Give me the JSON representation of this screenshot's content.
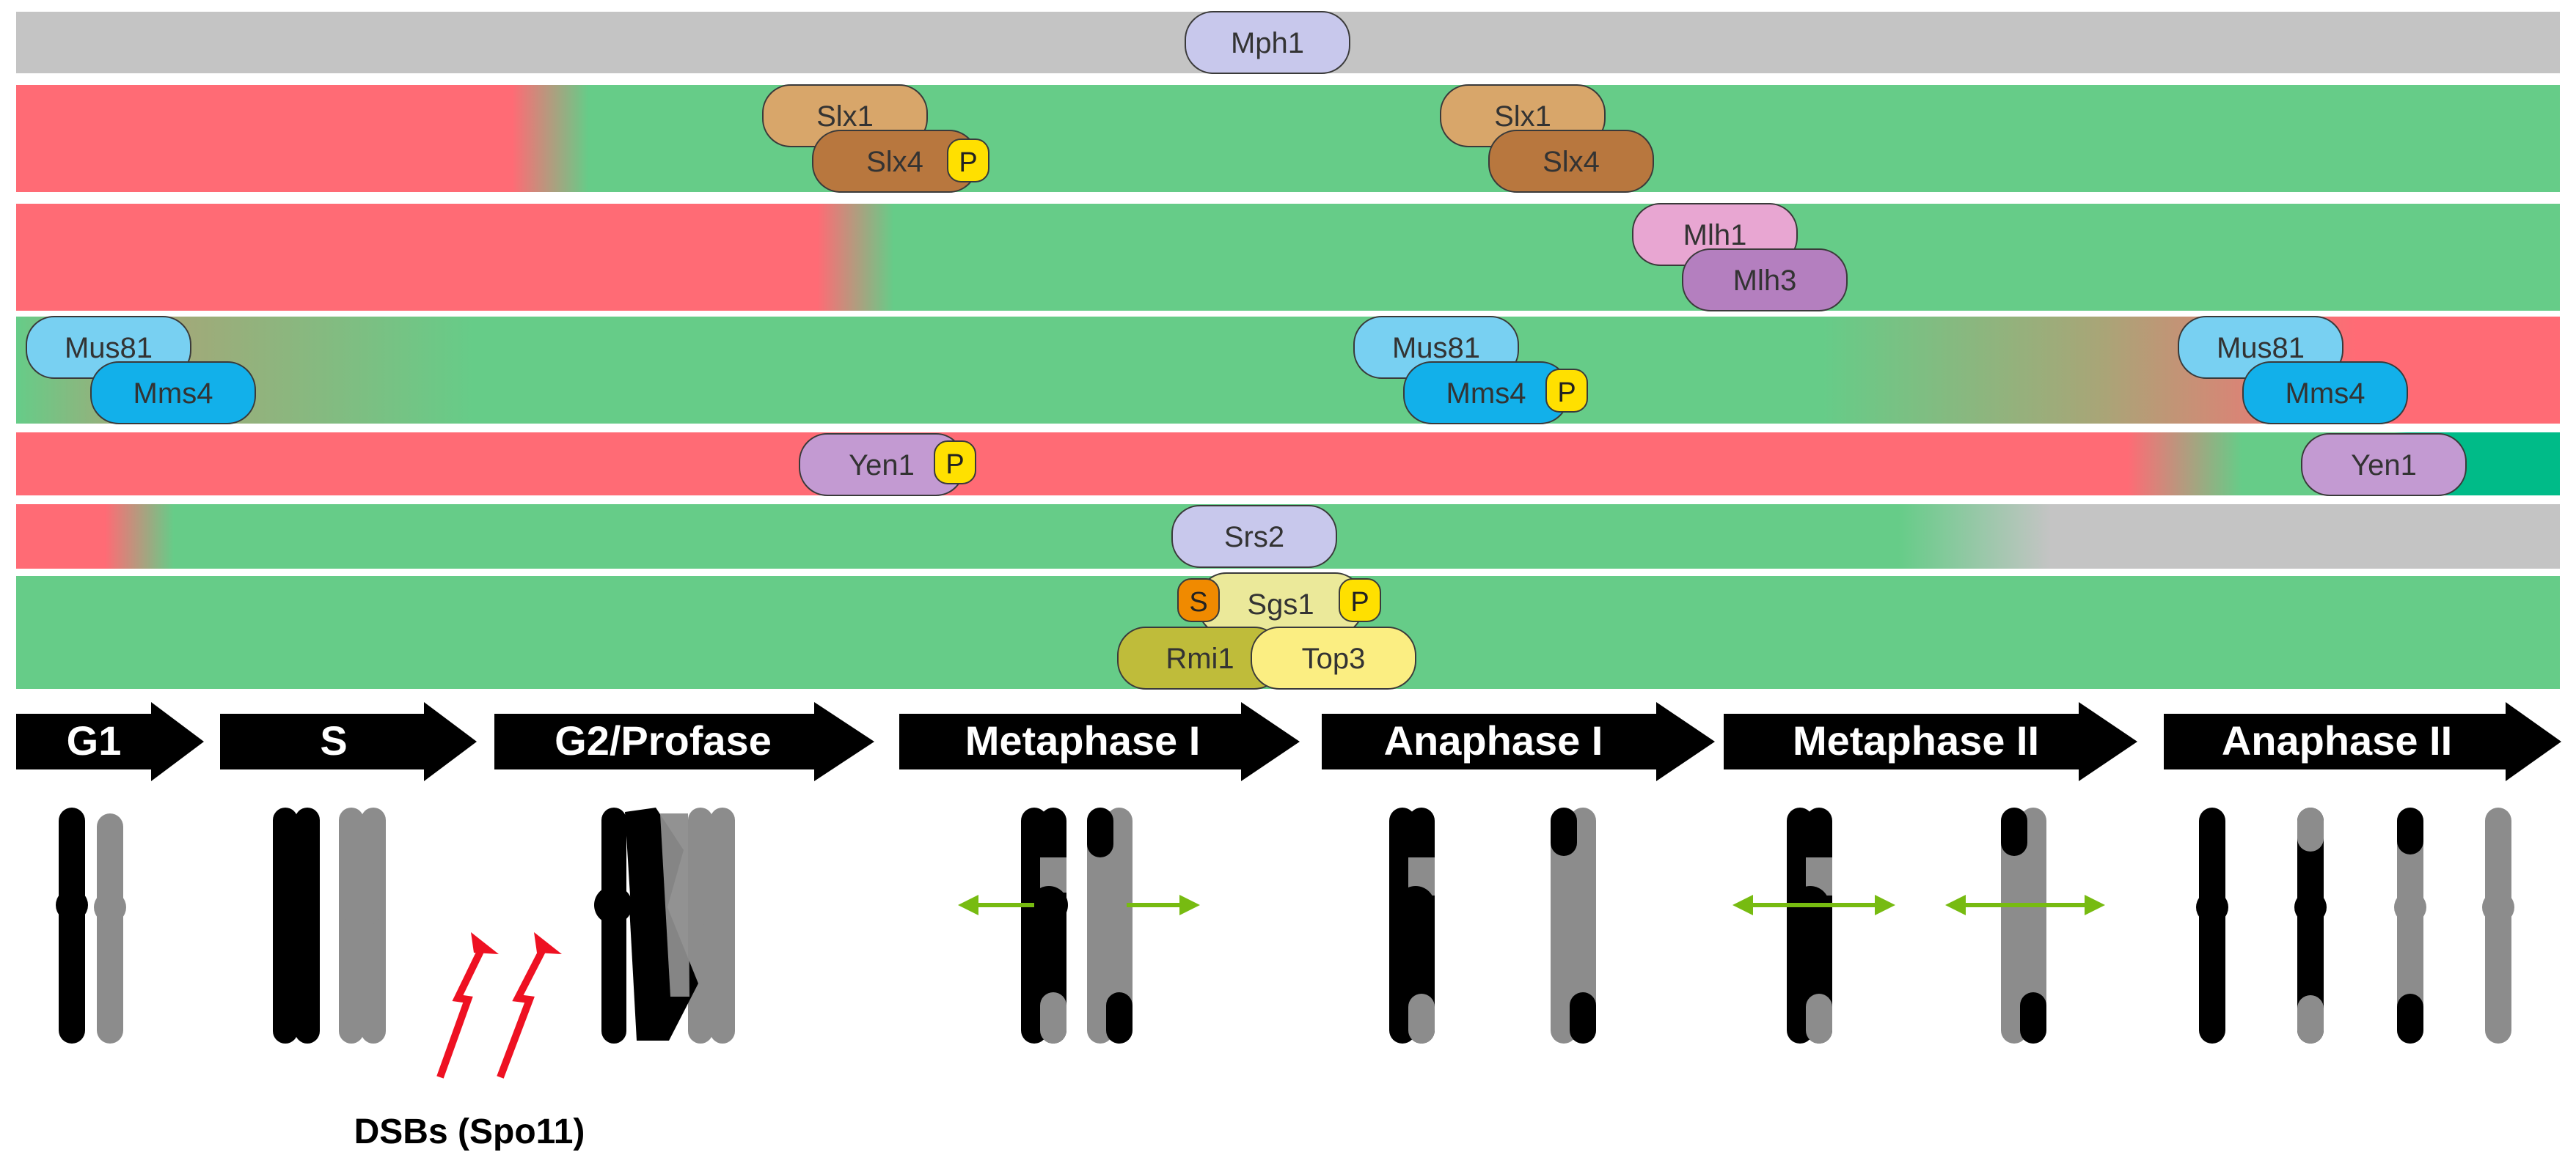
{
  "colors": {
    "active": "#66cc88",
    "inactive": "#ff6b75",
    "constitutive": "#c4c4c4",
    "strongly_active": "#00bb88",
    "phospho": "#ffe000",
    "sumo": "#f08a00",
    "chrom_black": "#000000",
    "chrom_grey": "#8c8c8c",
    "spindle_arrow": "#77bb11",
    "dsb_arrow": "#ee1122"
  },
  "tracks": [
    {
      "id": "mph1",
      "states": [
        "constitutive"
      ]
    },
    {
      "id": "slx1-slx4",
      "states": [
        "inactive",
        "active",
        "active"
      ]
    },
    {
      "id": "mlh1-mlh3",
      "states": [
        "inactive",
        "active"
      ]
    },
    {
      "id": "mus81-mms4",
      "states": [
        "active",
        "active",
        "active",
        "inactive"
      ]
    },
    {
      "id": "yen1",
      "states": [
        "inactive",
        "inactive",
        "strongly_active"
      ]
    },
    {
      "id": "srs2",
      "states": [
        "inactive",
        "active",
        "constitutive"
      ]
    },
    {
      "id": "sgs1-complex",
      "states": [
        "active"
      ]
    }
  ],
  "proteins": {
    "mph1": "Mph1",
    "slx1": "Slx1",
    "slx4": "Slx4",
    "mlh1": "Mlh1",
    "mlh3": "Mlh3",
    "mus81": "Mus81",
    "mms4": "Mms4",
    "yen1": "Yen1",
    "srs2": "Srs2",
    "sgs1": "Sgs1",
    "rmi1": "Rmi1",
    "top3": "Top3"
  },
  "modifications": {
    "phospho": "P",
    "sumo": "S"
  },
  "phases": [
    "G1",
    "S",
    "G2/Profase",
    "Metaphase I",
    "Anaphase I",
    "Metaphase II",
    "Anaphase II"
  ],
  "dsb_label": "DSBs (Spo11)"
}
